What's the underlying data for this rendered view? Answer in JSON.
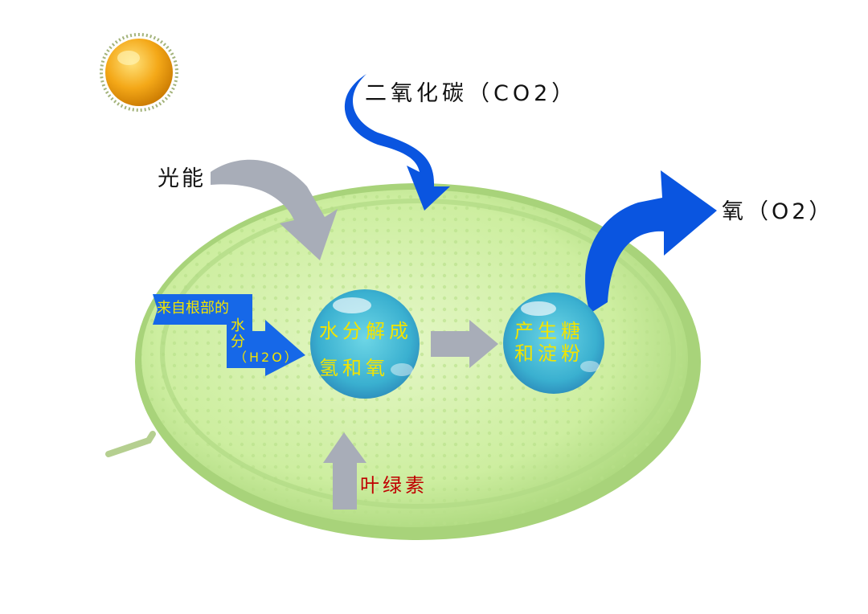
{
  "labels": {
    "co2": "二氧化碳（CO2）",
    "light": "光能",
    "o2": "氧（O2）",
    "chlorophyll": "叶绿素",
    "water_line1": "来自根部的",
    "water_line2": "水分",
    "water_line3": "（H2O）"
  },
  "bubbles": {
    "split": {
      "line1": "水分解成",
      "line2": "氢和氧"
    },
    "product": {
      "line1": "产生糖",
      "line2": "和淀粉"
    }
  },
  "colors": {
    "label_text": "#111111",
    "bubble_text": "#f2e400",
    "chlorophyll_text": "#c00000",
    "blue_arrow": "#0a55e0",
    "gray_arrow": "#a8adb8",
    "leaf": "#c8ec98",
    "sun": "#f0a010"
  },
  "icons": [
    "sun-icon",
    "leaf-pad",
    "co2-arrow",
    "light-arrow",
    "o2-arrow",
    "water-arrow",
    "process-arrow",
    "chlorophyll-arrow"
  ]
}
